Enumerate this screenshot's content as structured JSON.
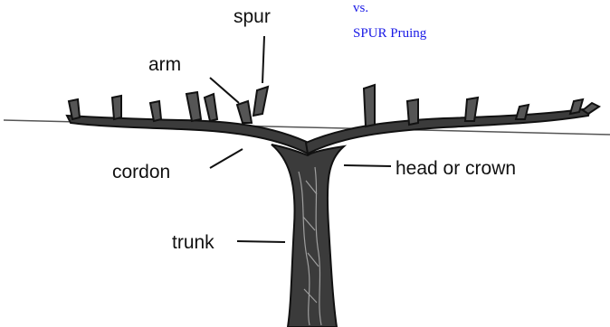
{
  "labels": {
    "spur": "spur",
    "arm": "arm",
    "cordon": "cordon",
    "head": "head or crown",
    "trunk": "trunk"
  },
  "title": {
    "line1": "vs.",
    "line2": "SPUR Pruing"
  },
  "colors": {
    "ink": "#111111",
    "title_blue": "#1a1ae6",
    "wire": "#555555"
  }
}
